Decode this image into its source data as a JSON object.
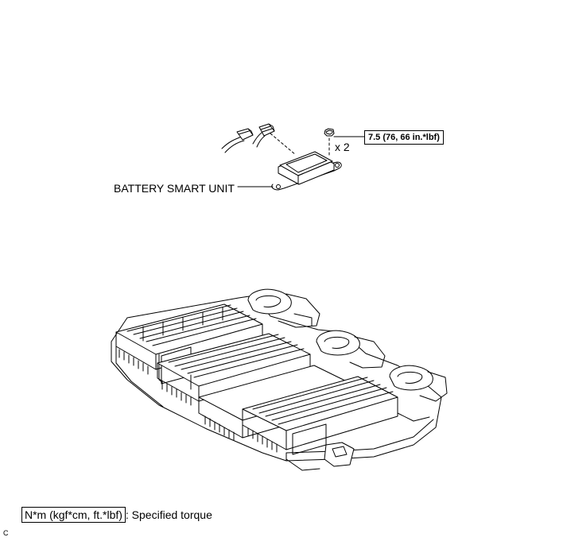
{
  "callouts": {
    "battery_smart_unit": "BATTERY SMART UNIT",
    "nut_quantity": "x 2",
    "nut_torque": "7.5 (76, 66 in.*lbf)"
  },
  "legend": {
    "unit": "N*m (kgf*cm, ft.*lbf)",
    "description": ": Specified torque"
  },
  "figure_code": "C",
  "icons": {
    "smart_unit": "battery-smart-unit-icon",
    "connectors": "connector-icon",
    "nut": "nut-icon",
    "battery_stack": "battery-stack-icon"
  },
  "colors": {
    "line": "#000000",
    "background": "#ffffff"
  }
}
